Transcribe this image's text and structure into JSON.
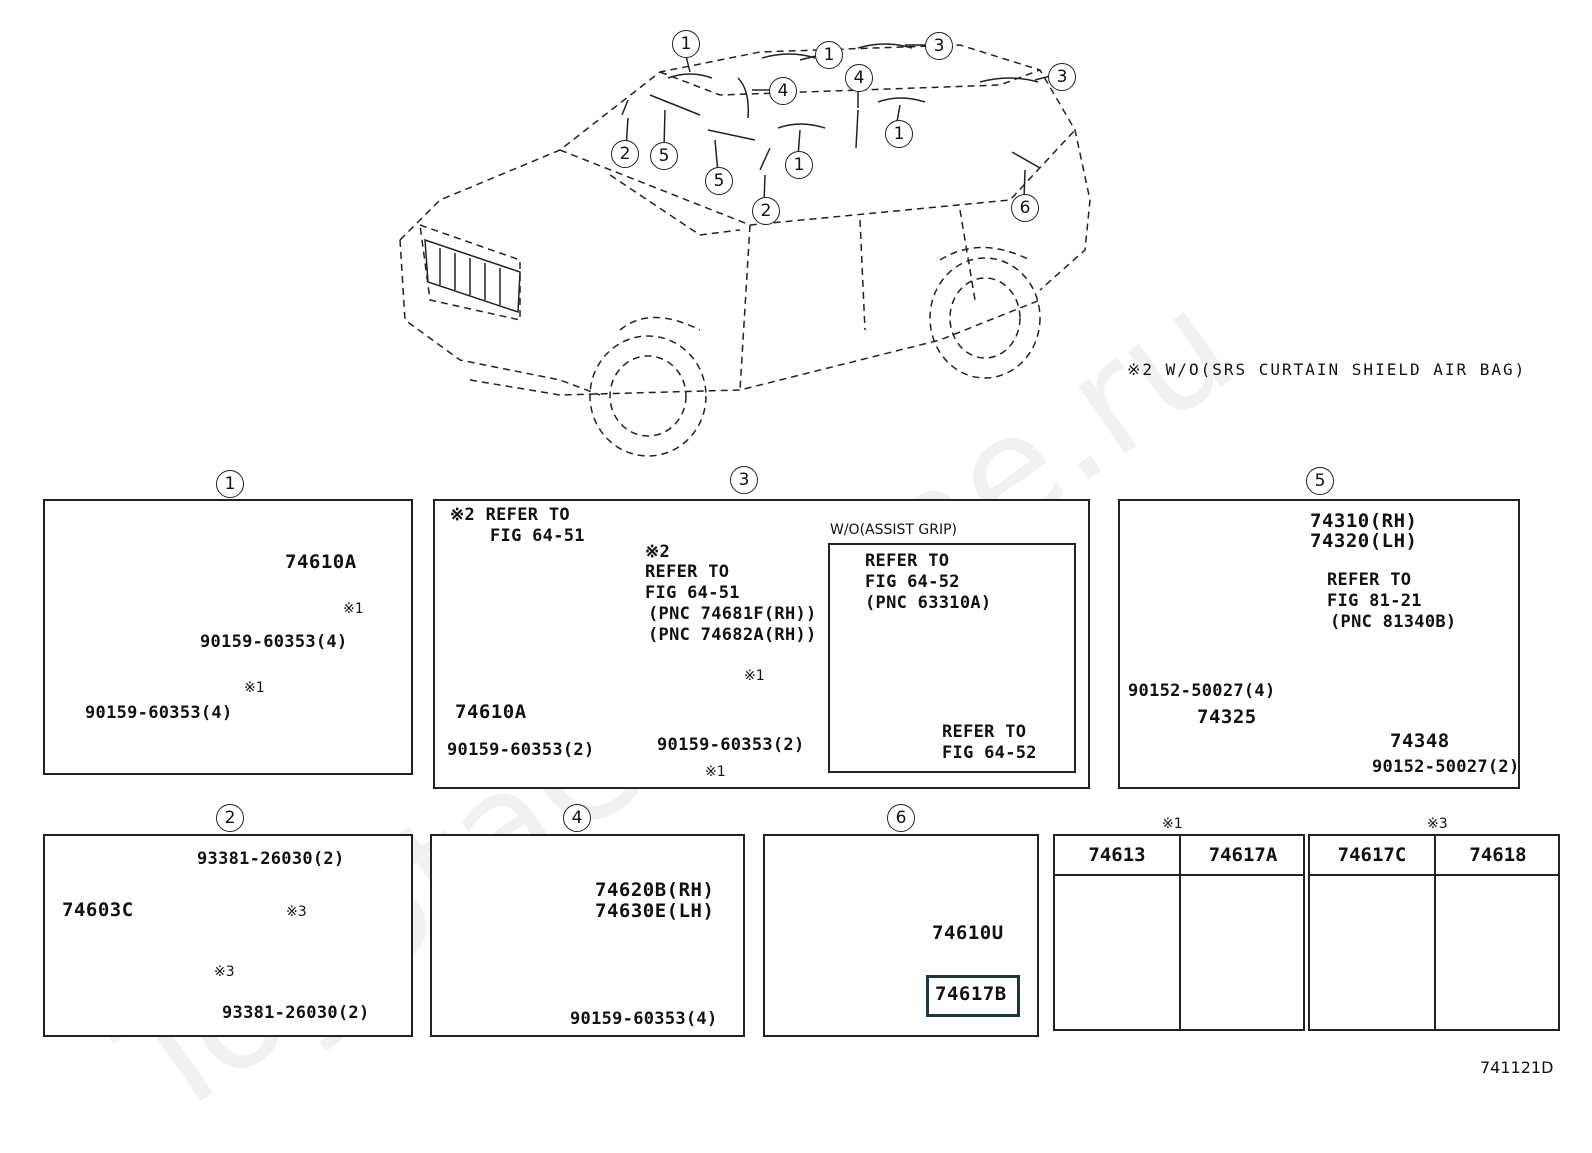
{
  "watermark": "ToyotaCarMine.ru",
  "diagram_code": "741121D",
  "note_airbag": "※2 W/O(SRS CURTAIN SHIELD AIR BAG)",
  "vehicle_callouts": [
    "1",
    "1",
    "3",
    "3",
    "4",
    "4",
    "1",
    "1",
    "2",
    "5",
    "5",
    "2",
    "6"
  ],
  "panel1": {
    "circle": "1",
    "label_grip": "74610A",
    "label_screw_upper": "90159-60353(4)",
    "label_screw_lower": "90159-60353(4)",
    "ref_upper": "※1",
    "ref_lower": "※1"
  },
  "panel3": {
    "circle": "3",
    "note_a_1": "※2 REFER TO",
    "note_a_2": "FIG 64-51",
    "note_b_1": "※2",
    "note_b_2": "REFER TO",
    "note_b_3": "FIG 64-51",
    "note_b_4": "(PNC 74681F(RH))",
    "note_b_5": "(PNC 74682A(RH))",
    "label_grip": "74610A",
    "label_screw_left": "90159-60353(2)",
    "label_screw_right": "90159-60353(2)",
    "ref_upper": "※1",
    "ref_lower": "※1",
    "sub_title": "W/O(ASSIST GRIP)",
    "sub_note_1": "REFER TO",
    "sub_note_2": "FIG 64-52",
    "sub_note_3": "(PNC 63310A)",
    "sub_note_4": "REFER TO",
    "sub_note_5": "FIG 64-52"
  },
  "panel5": {
    "circle": "5",
    "label_rh": "74310(RH)",
    "label_lh": "74320(LH)",
    "note_1": "REFER TO",
    "note_2": "FIG 81-21",
    "note_3": "(PNC 81340B)",
    "label_screw_upper": "90152-50027(4)",
    "label_cap": "74325",
    "label_holder": "74348",
    "label_screw_lower": "90152-50027(2)"
  },
  "panel2": {
    "circle": "2",
    "label_screw_upper": "93381-26030(2)",
    "label_grip": "74603C",
    "ref_upper": "※3",
    "ref_lower": "※3",
    "label_screw_lower": "93381-26030(2)"
  },
  "panel4": {
    "circle": "4",
    "label_rh": "74620B(RH)",
    "label_lh": "74630E(LH)",
    "label_screw": "90159-60353(4)"
  },
  "panel6": {
    "circle": "6",
    "label_grip": "74610U",
    "label_cap": "74617B"
  },
  "table_ref1": {
    "mark": "※1",
    "cols": [
      "74613",
      "74617A"
    ]
  },
  "table_ref3": {
    "mark": "※3",
    "cols": [
      "74617C",
      "74618"
    ]
  }
}
